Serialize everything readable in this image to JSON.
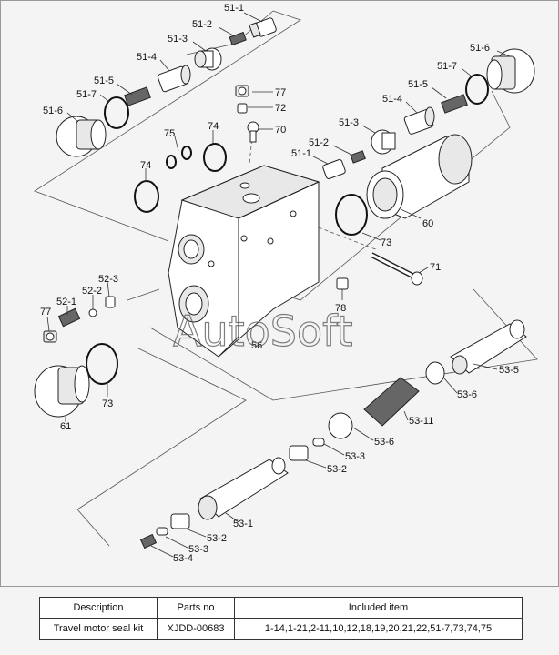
{
  "watermark": "AutoSoft",
  "labels": {
    "l51_1_top": "51-1",
    "l51_2_top": "51-2",
    "l51_3_top": "51-3",
    "l51_4_top": "51-4",
    "l51_5_left": "51-5",
    "l51_7_left": "51-7",
    "l51_6_left": "51-6",
    "l51_6_right": "51-6",
    "l51_7_right": "51-7",
    "l51_5_right": "51-5",
    "l51_4_right": "51-4",
    "l51_3_right": "51-3",
    "l51_2_right": "51-2",
    "l51_1_right": "51-1",
    "l77_top": "77",
    "l72": "72",
    "l70": "70",
    "l74_top": "74",
    "l75": "75",
    "l74_left": "74",
    "l60": "60",
    "l73_right": "73",
    "l71": "71",
    "l78": "78",
    "l56": "56",
    "l52_3": "52-3",
    "l52_2": "52-2",
    "l52_1": "52-1",
    "l77_left": "77",
    "l73_left": "73",
    "l61": "61",
    "l53_5": "53-5",
    "l53_6_right": "53-6",
    "l53_11": "53-11",
    "l53_6_mid": "53-6",
    "l53_3_mid": "53-3",
    "l53_2_mid": "53-2",
    "l53_1": "53-1",
    "l53_2_low": "53-2",
    "l53_3_low": "53-3",
    "l53_4": "53-4"
  },
  "table": {
    "headers": [
      "Description",
      "Parts no",
      "Included item"
    ],
    "rows": [
      [
        "Travel motor seal kit",
        "XJDD-00683",
        "1-14,1-21,2-11,10,12,18,19,20,21,22,51-7,73,74,75"
      ]
    ]
  }
}
